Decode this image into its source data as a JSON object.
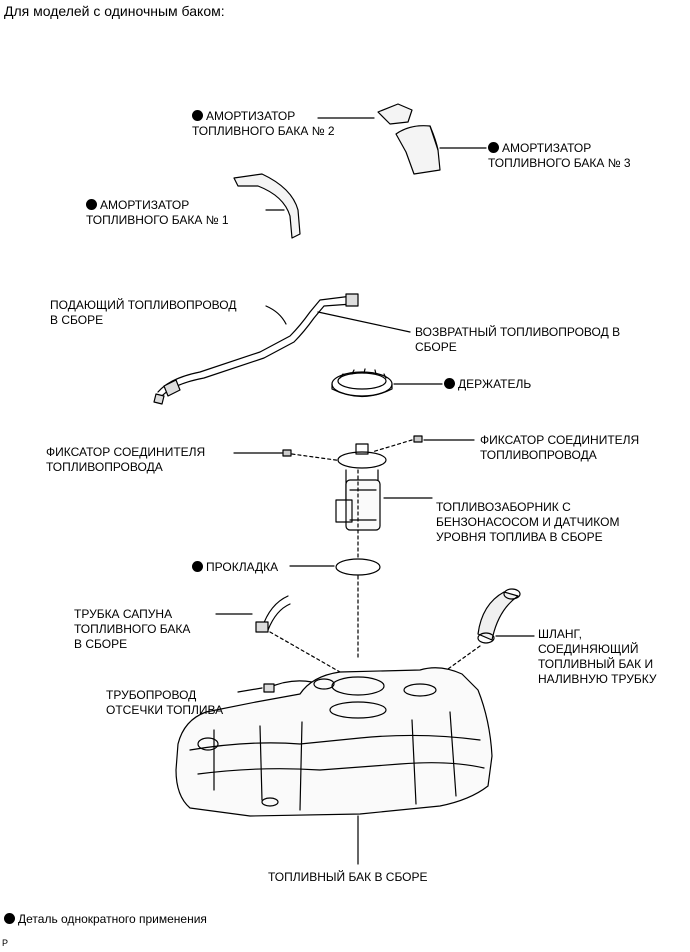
{
  "header": {
    "title": "Для моделей с одиночным баком:"
  },
  "labels": {
    "insulator_2": "АМОРТИЗАТОР\nТОПЛИВНОГО БАКА № 2",
    "insulator_3": "АМОРТИЗАТОР\nТОПЛИВНОГО БАКА № 3",
    "insulator_1": "АМОРТИЗАТОР\nТОПЛИВНОГО БАКА № 1",
    "main_tube": "ПОДАЮЩИЙ ТОПЛИВОПРОВОД\nВ СБОРЕ",
    "return_tube": "ВОЗВРАТНЫЙ ТОПЛИВОПРОВОД В\nСБОРЕ",
    "retainer": "ДЕРЖАТЕЛЬ",
    "clip_left": "ФИКСАТОР СОЕДИНИТЕЛЯ\nТОПЛИВОПРОВОДА",
    "clip_right": "ФИКСАТОР СОЕДИНИТЕЛЯ\nТОПЛИВОПРОВОДА",
    "suction": "ТОПЛИВОЗАБОРНИК С\nБЕНЗОНАСОСОМ И ДАТЧИКОМ\nУРОВНЯ ТОПЛИВА В СБОРЕ",
    "gasket": "ПРОКЛАДКА",
    "breather": "ТРУБКА САПУНА\nТОПЛИВНОГО БАКА\nВ СБОРЕ",
    "hose": "ШЛАНГ,\nСОЕДИНЯЮЩИЙ\nТОПЛИВНЫЙ БАК И\nНАЛИВНУЮ ТРУБКУ",
    "cutoff": "ТРУБОПРОВОД\nОТСЕЧКИ ТОПЛИВА",
    "tank": "ТОПЛИВНЫЙ БАК В СБОРЕ"
  },
  "legend": {
    "text": "Деталь однократного применения"
  },
  "footer": {
    "code": "P"
  }
}
